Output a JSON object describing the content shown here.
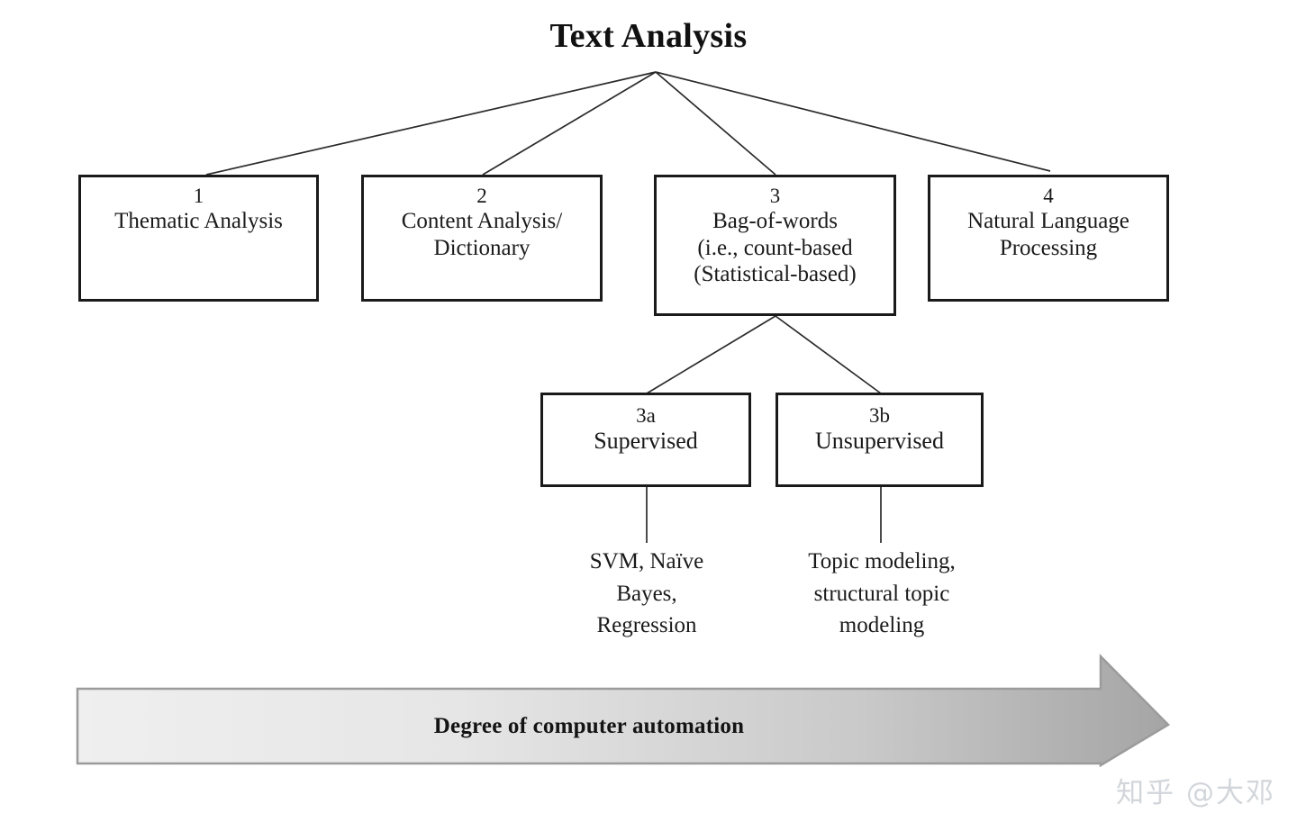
{
  "title": "Text Analysis",
  "nodes": [
    {
      "num": "1",
      "label": "Thematic Analysis"
    },
    {
      "num": "2",
      "label": "Content Analysis/\nDictionary"
    },
    {
      "num": "3",
      "label": "Bag-of-words\n(i.e., count-based\n(Statistical-based)"
    },
    {
      "num": "4",
      "label": "Natural Language\nProcessing"
    }
  ],
  "subnodes": [
    {
      "num": "3a",
      "label": "Supervised"
    },
    {
      "num": "3b",
      "label": "Unsupervised"
    }
  ],
  "leaves": [
    {
      "text": "SVM, Naïve\nBayes,\nRegression"
    },
    {
      "text": "Topic modeling,\nstructural topic\nmodeling"
    }
  ],
  "arrow": {
    "label": "Degree of computer automation",
    "fill_start": "#ededed",
    "fill_end": "#a8a8a8",
    "stroke": "#9a9a9a"
  },
  "watermark": "知乎 @大邓",
  "colors": {
    "box_border": "#1a1a1a",
    "edge_line": "#2b2b2b",
    "text": "#1a1a1a",
    "background": "#ffffff"
  },
  "diagram_data": {
    "type": "tree-diagram",
    "root": "Text Analysis",
    "branches": 4,
    "edges": [
      {
        "from": "Text Analysis",
        "to": "1 Thematic Analysis"
      },
      {
        "from": "Text Analysis",
        "to": "2 Content Analysis/Dictionary"
      },
      {
        "from": "Text Analysis",
        "to": "3 Bag-of-words"
      },
      {
        "from": "Text Analysis",
        "to": "4 Natural Language Processing"
      },
      {
        "from": "3 Bag-of-words",
        "to": "3a Supervised"
      },
      {
        "from": "3 Bag-of-words",
        "to": "3b Unsupervised"
      },
      {
        "from": "3a Supervised",
        "to": "SVM, Naïve Bayes, Regression"
      },
      {
        "from": "3b Unsupervised",
        "to": "Topic modeling, structural topic modeling"
      }
    ]
  }
}
